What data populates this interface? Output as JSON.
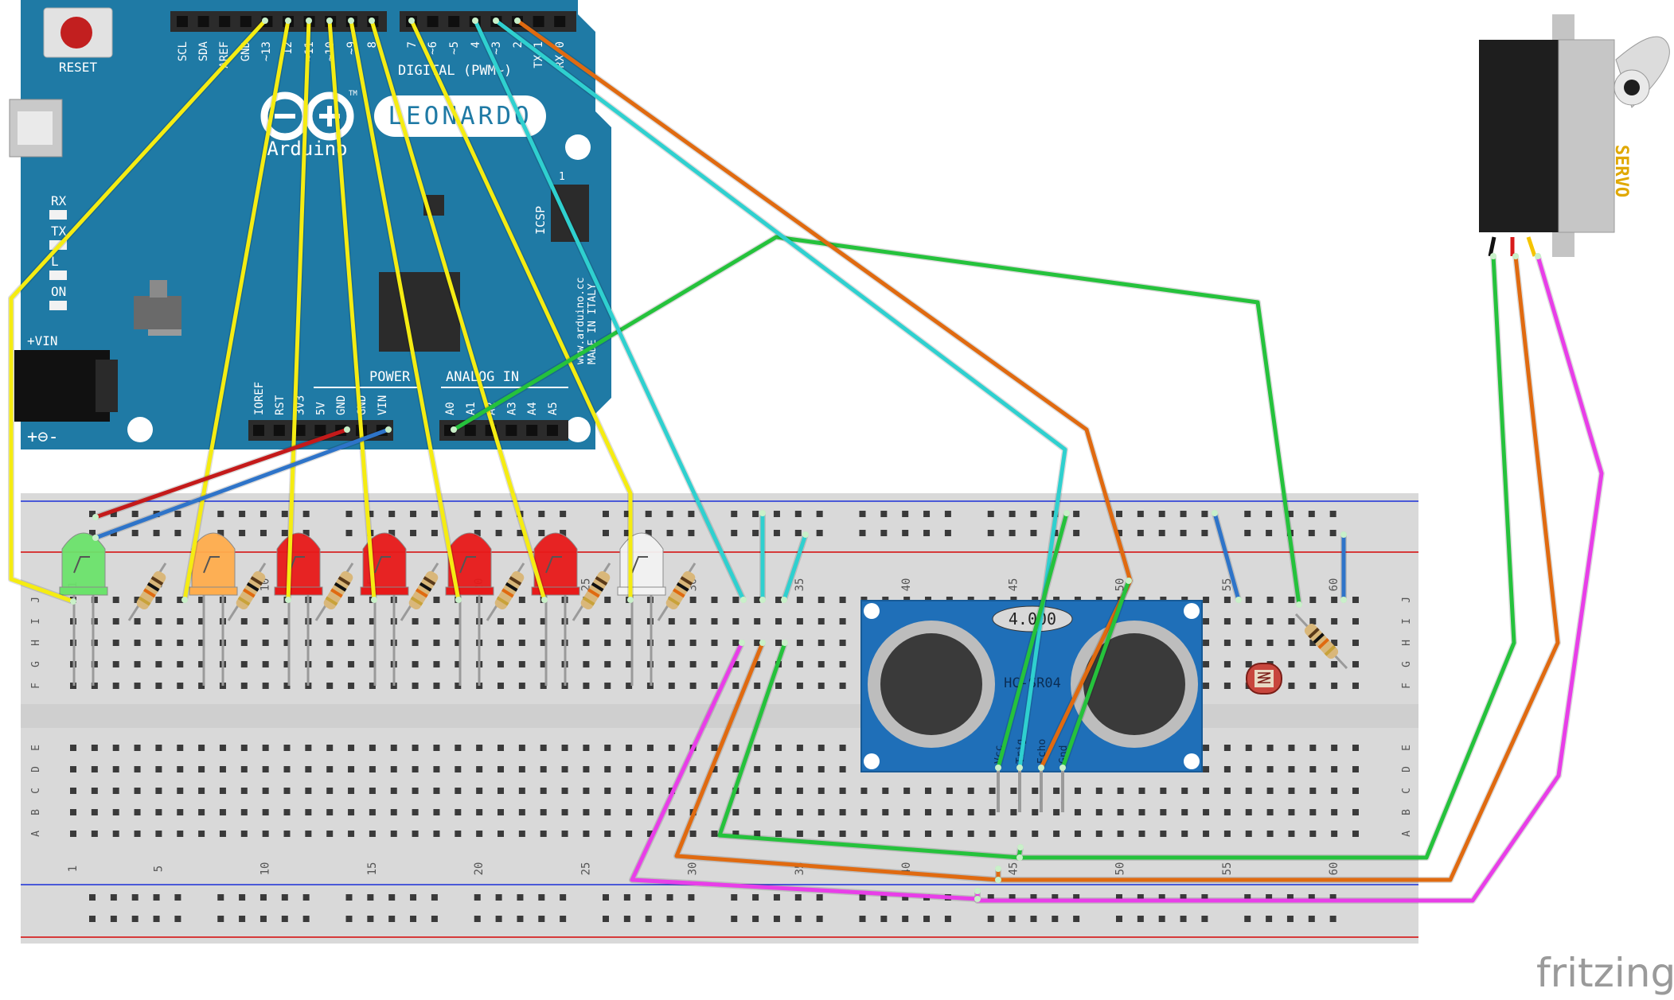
{
  "arduino": {
    "reset_label": "RESET",
    "brand": "Arduino",
    "model": "LEONARDO",
    "tm": "TM",
    "digital_label": "DIGITAL (PWM~)",
    "power_label": "POWER",
    "analog_label": "ANALOG IN",
    "icsp_label": "ICSP",
    "icsp_num": "1",
    "url_text": "www.arduino.cc",
    "made_in": "MADE IN ITALY",
    "vin_label": "+VIN",
    "led_labels": [
      "RX",
      "TX",
      "L",
      "ON"
    ],
    "top_pins": [
      "SCL",
      "SDA",
      "AREF",
      "GND",
      "~13",
      "12",
      "~11",
      "~10",
      "~9",
      "8",
      "7",
      "~6",
      "~5",
      "4",
      "~3",
      "2",
      "TX 1",
      "RX 0"
    ],
    "power_pins": [
      "IOREF",
      "RST",
      "3V3",
      "5V",
      "GND",
      "GND",
      "VIN"
    ],
    "analog_pins": [
      "A0",
      "A1",
      "A2",
      "A3",
      "A4",
      "A5"
    ]
  },
  "breadboard": {
    "column_numbers": [
      "1",
      "5",
      "10",
      "15",
      "20",
      "25",
      "30",
      "35",
      "40",
      "45",
      "50",
      "55",
      "60"
    ],
    "row_letters_top": [
      "J",
      "I",
      "H",
      "G",
      "F"
    ],
    "row_letters_bottom": [
      "E",
      "D",
      "C",
      "B",
      "A"
    ]
  },
  "sensor": {
    "crystal": "4.000",
    "model": "HC-SR04",
    "pins": [
      "Vcc",
      "Trig",
      "Echo",
      "Gnd"
    ]
  },
  "servo": {
    "label": "SERVO"
  },
  "leds": [
    {
      "color": "green",
      "hex": "#6be36b"
    },
    {
      "color": "orange",
      "hex": "#ffad4d"
    },
    {
      "color": "red",
      "hex": "#e81919"
    },
    {
      "color": "red",
      "hex": "#e81919"
    },
    {
      "color": "red",
      "hex": "#e81919"
    },
    {
      "color": "red",
      "hex": "#e81919"
    },
    {
      "color": "white",
      "hex": "#f2f2f2"
    }
  ],
  "colors": {
    "board_teal": "#1f7aa5",
    "wire_yellow": "#f5ec12",
    "wire_cyan": "#2fd0cf",
    "wire_orange": "#e06a10",
    "wire_green": "#25c23c",
    "wire_magenta": "#e83ee8",
    "wire_red": "#c41a1a",
    "wire_blue": "#2e74c9",
    "breadboard": "#dcdcdc"
  },
  "watermark": "fritzing"
}
